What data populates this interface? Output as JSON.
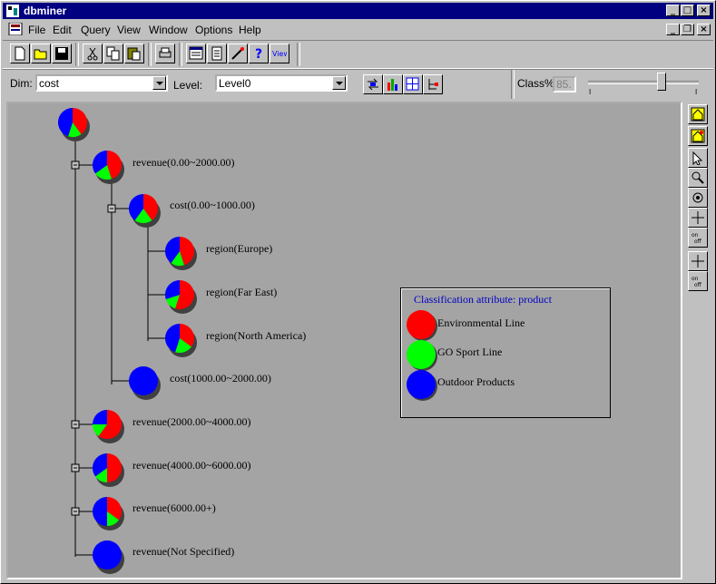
{
  "window": {
    "title": "dbminer"
  },
  "menu": {
    "items": [
      "File",
      "Edit",
      "Query",
      "View",
      "Window",
      "Options",
      "Help"
    ]
  },
  "dim": {
    "label": "Dim:",
    "value": "cost"
  },
  "level": {
    "label": "Level:",
    "value": "Level0"
  },
  "class_pct": {
    "label": "Class%",
    "value": "85."
  },
  "slider": {
    "min_tick": "I",
    "max_tick": "I"
  },
  "tree": {
    "nodes": [
      {
        "label": "",
        "colors": [
          "red",
          "green",
          "blue"
        ],
        "slices": [
          0.4,
          0.15,
          0.45
        ]
      },
      {
        "label": "revenue(0.00~2000.00)",
        "slices": [
          0.45,
          0.2,
          0.35
        ]
      },
      {
        "label": "cost(0.00~1000.00)",
        "slices": [
          0.4,
          0.2,
          0.4
        ]
      },
      {
        "label": "region(Europe)",
        "slices": [
          0.45,
          0.15,
          0.4
        ]
      },
      {
        "label": "region(Far East)",
        "slices": [
          0.55,
          0.15,
          0.3
        ]
      },
      {
        "label": "region(North America)",
        "slices": [
          0.35,
          0.2,
          0.45
        ]
      },
      {
        "label": "cost(1000.00~2000.00)",
        "slices": [
          0,
          0,
          1
        ]
      },
      {
        "label": "revenue(2000.00~4000.00)",
        "slices": [
          0.6,
          0.15,
          0.25
        ]
      },
      {
        "label": "revenue(4000.00~6000.00)",
        "slices": [
          0.5,
          0.15,
          0.35
        ]
      },
      {
        "label": "revenue(6000.00+)",
        "slices": [
          0.35,
          0.15,
          0.5
        ]
      },
      {
        "label": "revenue(Not Specified)",
        "slices": [
          0,
          0,
          1
        ]
      }
    ]
  },
  "legend": {
    "title": "Classification attribute: product",
    "items": [
      {
        "label": "Environmental Line",
        "color": "#ff0000"
      },
      {
        "label": "GO Sport Line",
        "color": "#00ff00"
      },
      {
        "label": "Outdoor Products",
        "color": "#0000ff"
      }
    ]
  },
  "colors": {
    "red": "#ff0000",
    "green": "#00ff00",
    "blue": "#0000ff",
    "canvas": "#a4a4a4"
  }
}
